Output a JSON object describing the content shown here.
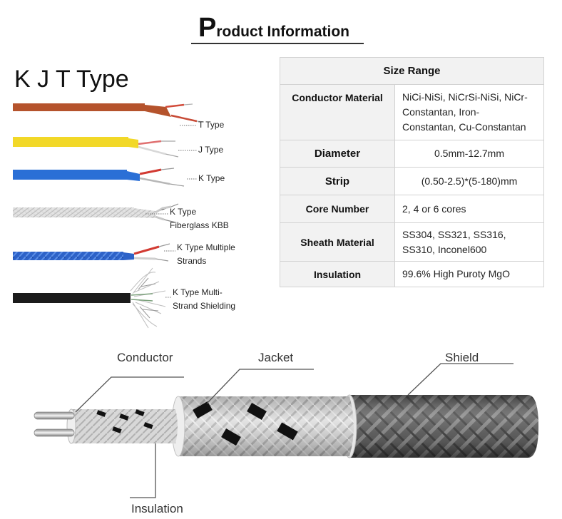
{
  "title": {
    "first_letter": "P",
    "rest": "roduct Information"
  },
  "type_heading": "K J T Type",
  "wire_labels": [
    {
      "text": "T Type"
    },
    {
      "text": "J Type"
    },
    {
      "text": "K Type"
    },
    {
      "line1": "K Type",
      "line2": "Fiberglass KBB"
    },
    {
      "line1": "K Type Multiple",
      "line2": "Strands"
    },
    {
      "line1": "K Type Multi-",
      "line2": "Strand Shielding"
    }
  ],
  "table": {
    "header": "Size Range",
    "rows": [
      {
        "label": "Conductor Material",
        "lines": [
          "NiCi-NiSi, NiCrSi-NiSi, NiCr-",
          "Constantan, Iron-",
          "Constantan, Cu-Constantan"
        ]
      },
      {
        "label": "Diameter",
        "lines": [
          "0.5mm-12.7mm"
        ]
      },
      {
        "label": "Strip",
        "lines": [
          "(0.50-2.5)*(5-180)mm"
        ]
      },
      {
        "label": "Core Number",
        "lines": [
          "2, 4 or 6 cores"
        ]
      },
      {
        "label": "Sheath Material",
        "lines": [
          "SS304, SS321, SS316,",
          "SS310, Inconel600"
        ]
      },
      {
        "label": "Insulation",
        "lines": [
          "99.6% High Puroty MgO"
        ]
      }
    ]
  },
  "diagram_labels": {
    "conductor": "Conductor",
    "jacket": "Jacket",
    "shield": "Shield",
    "insulation": "Insulation"
  },
  "colors": {
    "t_wire": "#b5532c",
    "j_wire": "#f2d828",
    "k_wire": "#2a6fd6",
    "kbb_wire": "#dedede",
    "multi_wire": "#2d62c8",
    "shielded_wire": "#1b1b1b",
    "shield_braid": "#5a5a5a",
    "jacket_braid": "#d2d2d2"
  }
}
